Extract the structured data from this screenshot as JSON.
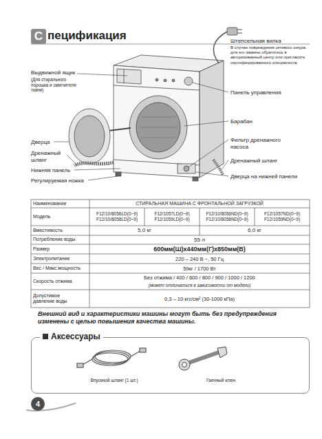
{
  "diagram": {
    "title": "пецификация",
    "nodes": [
      {
        "text": [
          "С"
        ]
      },
      {
        "text": [
          "Аксессуары",
          "Впускной шланг (1 шт.)",
          "Гаечный ключ"
        ]
      },
      {
        "text": [
          "4"
        ]
      }
    ],
    "labels": [
      "Выдвижной ящик",
      "(Для стирального порошка и смягчителя ткани)",
      "Дверца",
      "Дренажный шланг",
      "Нижняя панель",
      "Регулируемая ножка",
      "Штепсельная вилка",
      "В случае повреждения сетевого шнура, для его замены обратитесь в авторизованный центр или пригласите сертифицированного специалиста.",
      "Панель управления",
      "Барабан",
      "Фильтр дренажного насоса",
      "Дренажный шланг",
      "Дверца на нижней панели",
      "Наименование",
      "СТИРАЛЬНАЯ МАШИНА С ФРОНТАЛЬНОЙ ЗАГРУЗКОЙ",
      "Модель",
      "F12/10/8056LD(0~9) F12/10/8058LD(0~9)",
      "F12/1057LD(0~9) F12/1059LD(0~9)",
      "F12/10/8056ND(0~9) F12/10/8058ND(0~9)",
      "F12/1057ND(0~9) F12/1059ND(0~9)",
      "Вместимость",
      "5,0 кг",
      "6,0 кг",
      "Потребление воды",
      "55 л",
      "Размер",
      "600мм(Ш)x440мм(Г)x850мм(В)",
      "Электропитание",
      "220 – 240 В ~, 50 Гц",
      "Вес / Макс.мощность",
      "59кг / 1700 Вт",
      "Скорость отжима",
      "Без отжима / 400 / 600 / 800 / 900 / 1000 / 1200",
      "(может отличаться в зависимости от модели)",
      "Допустимое давление воды",
      "0,3 – 10 кгс/см² (30-1000 кПа)",
      "Внешний вид и характеристики машины могут быть без предупреждения изменены с целью повышения качества машины."
    ]
  }
}
